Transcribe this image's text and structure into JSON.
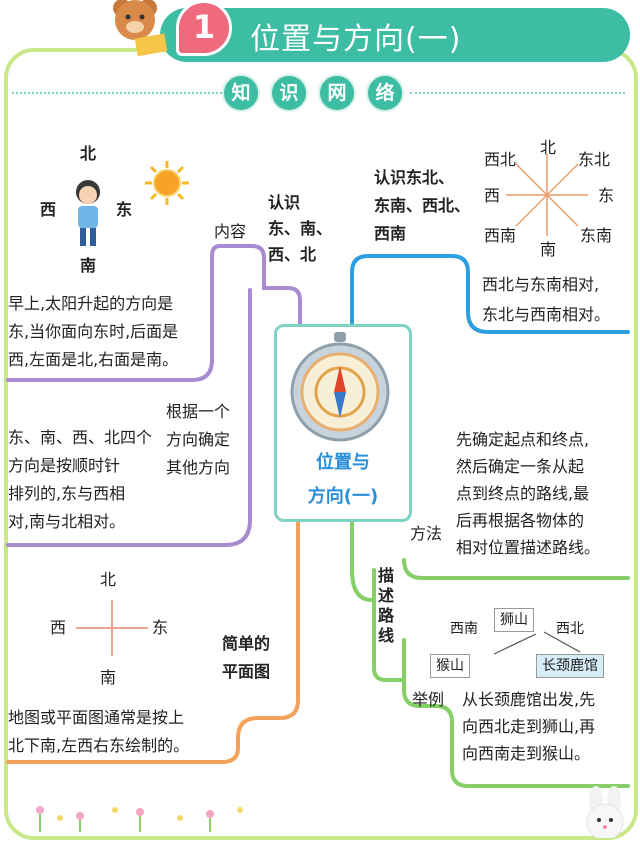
{
  "header": {
    "lesson_number": "1",
    "title": "位置与方向(一)"
  },
  "section_chips": [
    "知",
    "识",
    "网",
    "络"
  ],
  "center": {
    "line1": "位置与",
    "line2": "方向(一)"
  },
  "content_branch": {
    "label": "内容",
    "topic": [
      "认识",
      "东、南、",
      "西、北"
    ],
    "figure_directions": {
      "north": "北",
      "west": "西",
      "east": "东",
      "south": "南"
    },
    "note1": [
      "早上,太阳升起的方向是",
      "东,当你面向东时,后面是",
      "西,左面是北,右面是南。"
    ],
    "sub_label": [
      "根据一个",
      "方向确定",
      "其他方向"
    ],
    "note2": [
      "东、南、西、北四个",
      "方向是按顺时针",
      "排列的,东与西相",
      "对,南与北相对。"
    ]
  },
  "plan_branch": {
    "label": [
      "简单的",
      "平面图"
    ],
    "axes": {
      "north": "北",
      "west": "西",
      "east": "东",
      "south": "南"
    },
    "note": [
      "地图或平面图通常是按上",
      "北下南,左西右东绘制的。"
    ]
  },
  "eight_dir_branch": {
    "topic": [
      "认识东北、",
      "东南、西北、",
      "西南"
    ],
    "rose": {
      "n": "北",
      "ne": "东北",
      "e": "东",
      "se": "东南",
      "s": "南",
      "sw": "西南",
      "w": "西",
      "nw": "西北"
    },
    "note": [
      "西北与东南相对,",
      "东北与西南相对。"
    ]
  },
  "route_branch": {
    "label": [
      "描",
      "述",
      "路",
      "线"
    ],
    "method_label": "方法",
    "method_text": [
      "先确定起点和终点,",
      "然后确定一条从起",
      "点到终点的路线,最",
      "后再根据各物体的",
      "相对位置描述路线。"
    ],
    "example_label": "举例",
    "example_map": {
      "lion": "狮山",
      "monkey": "猴山",
      "giraffe": "长颈鹿馆",
      "dir_sw": "西南",
      "dir_nw": "西北"
    },
    "example_text": [
      "从长颈鹿馆出发,先",
      "向西北走到狮山,再",
      "向西南走到猴山。"
    ]
  }
}
